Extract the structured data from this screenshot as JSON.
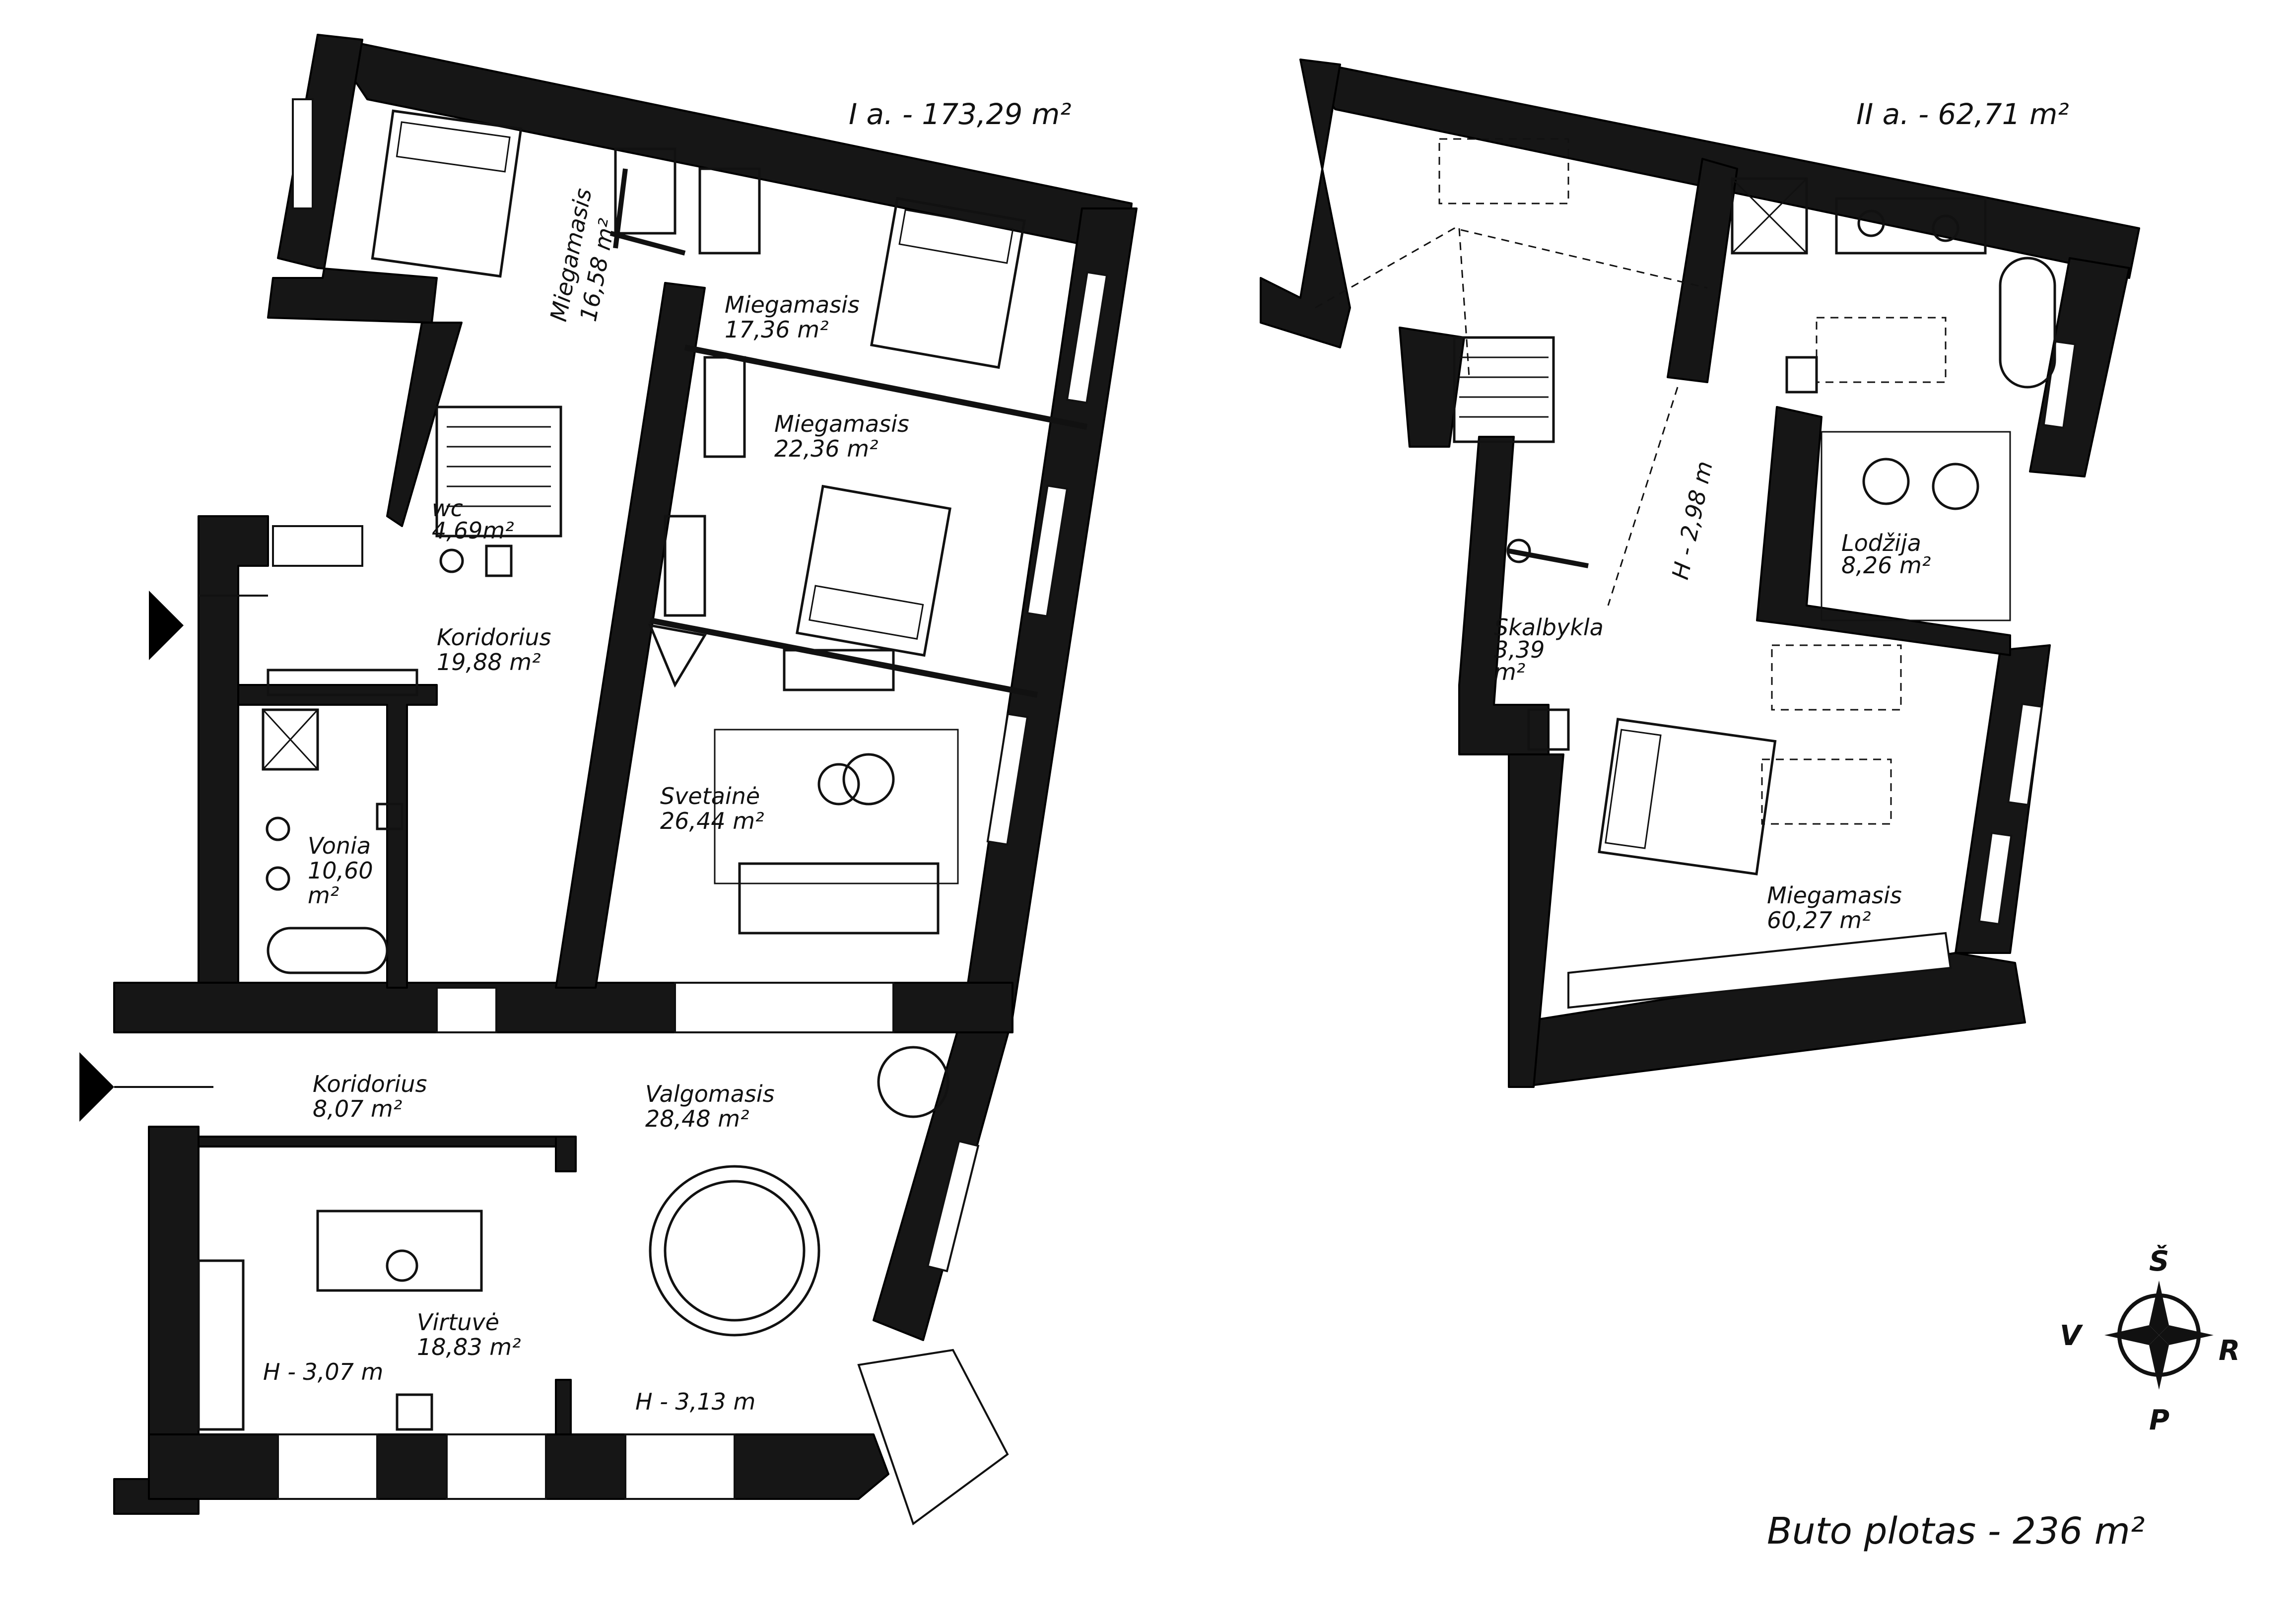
{
  "floor1": {
    "title": "I a. - 173,29 m²",
    "rooms": {
      "bedroom1_name": "Miegamasis",
      "bedroom1_area": "16,58 m²",
      "bedroom2_name": "Miegamasis",
      "bedroom2_area": "17,36 m²",
      "bedroom3_name": "Miegamasis",
      "bedroom3_area": "22,36 m²",
      "wc_name": "wc",
      "wc_area": "4,69m²",
      "corridor1_name": "Koridorius",
      "corridor1_area": "19,88 m²",
      "bath_name": "Vonia",
      "bath_area_num": "10,60",
      "bath_area_unit": "m²",
      "living_name": "Svetainė",
      "living_area": "26,44 m²",
      "corridor2_name": "Koridorius",
      "corridor2_area": "8,07 m²",
      "dining_name": "Valgomasis",
      "dining_area": "28,48 m²",
      "kitchen_name": "Virtuvė",
      "kitchen_area": "18,83 m²"
    },
    "heights": [
      "H - 3,07 m",
      "H - 3,13 m"
    ]
  },
  "floor2": {
    "title": "II a. - 62,71 m²",
    "rooms": {
      "laundry_name": "Skalbykla",
      "laundry_area_num": "3,39",
      "laundry_area_unit": "m²",
      "loggia_name": "Lodžija",
      "loggia_area": "8,26 m²",
      "bedroom_name": "Miegamasis",
      "bedroom_area": "60,27 m²"
    },
    "height": "H - 2,98 m"
  },
  "compass": {
    "north": "Š",
    "south": "P",
    "east": "R",
    "west": "V"
  },
  "total_area": "Buto plotas - 236 m²",
  "colors": {
    "wall": "#161616",
    "line": "#111111",
    "background": "#ffffff"
  }
}
